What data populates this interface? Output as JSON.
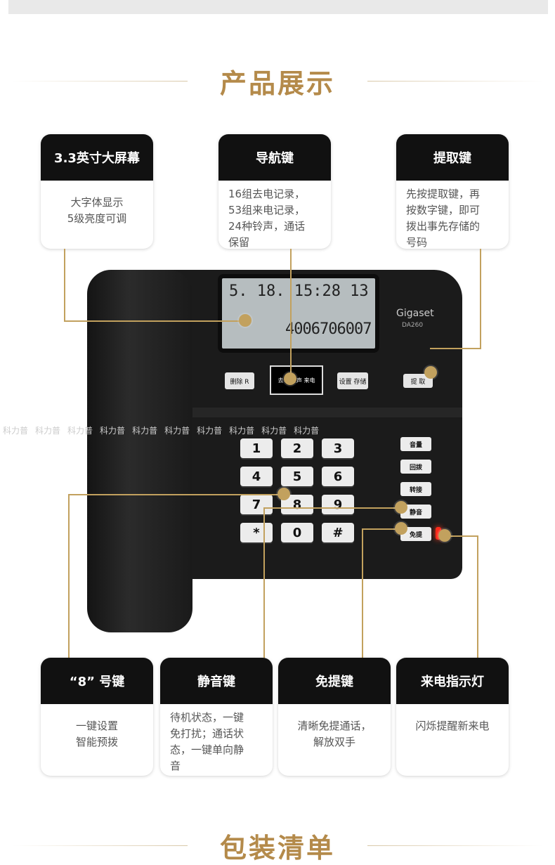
{
  "section_titles": {
    "product": "产品展示",
    "package": "包装清单"
  },
  "cards_top": [
    {
      "title": "3.3英寸大屏幕",
      "lines": [
        "大字体显示",
        "5级亮度可调"
      ]
    },
    {
      "title": "导航键",
      "lines": [
        "16组去电记录，",
        "53组来电记录，",
        "24种铃声，通话",
        "保留"
      ]
    },
    {
      "title": "提取键",
      "lines": [
        "先按提取键，再",
        "按数字键，即可",
        "拨出事先存储的",
        "号码"
      ]
    }
  ],
  "cards_bottom": [
    {
      "title": "“8” 号键",
      "lines": [
        "一键设置",
        "智能预拨"
      ]
    },
    {
      "title": "静音键",
      "lines": [
        "待机状态，一键",
        "免打扰；通话状",
        "态，一键单向静",
        "音"
      ]
    },
    {
      "title": "免提键",
      "lines": [
        "清晰免提通话，",
        "解放双手"
      ]
    },
    {
      "title": "来电指示灯",
      "lines": [
        "闪烁提醒新来电"
      ]
    }
  ],
  "phone": {
    "brand": "Gigaset",
    "model": "DA260",
    "lcd_top": "5. 18. 15:28  13",
    "lcd_number": "4006706007",
    "buttons": {
      "delete": "删除 R",
      "settings": "设置 存储",
      "extract": "提 取",
      "nav": "去电 铃声 来电"
    },
    "keys": [
      "1",
      "2",
      "3",
      "4",
      "5",
      "6",
      "7",
      "8",
      "9",
      "*",
      "0",
      "#"
    ],
    "side_keys": [
      "音量",
      "回拨",
      "转接",
      "静音",
      "免提"
    ]
  },
  "watermark_text": "科力普"
}
